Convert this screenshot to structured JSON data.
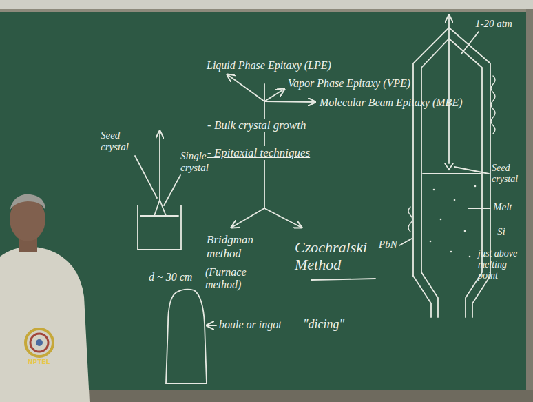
{
  "diagram": {
    "labels": [
      "Liquid Phase Epitaxy (LPE)",
      "Vapor Phase Epitaxy (VPE)",
      "Molecular Beam Epitaxy (MBE)",
      "- Bulk crystal growth",
      "- Epitaxial techniques",
      "Seed crystal",
      "Single crystal",
      "d ~ 30 cm",
      "boule or ingot",
      "Bridgman method",
      "(Furnace method)",
      "Czochralski Method",
      "\"dicing\"",
      "1-20 atm",
      "Seed crystal",
      "Melt",
      "Si",
      "just above melting point",
      "PbN",
      "NPTEL"
    ]
  }
}
